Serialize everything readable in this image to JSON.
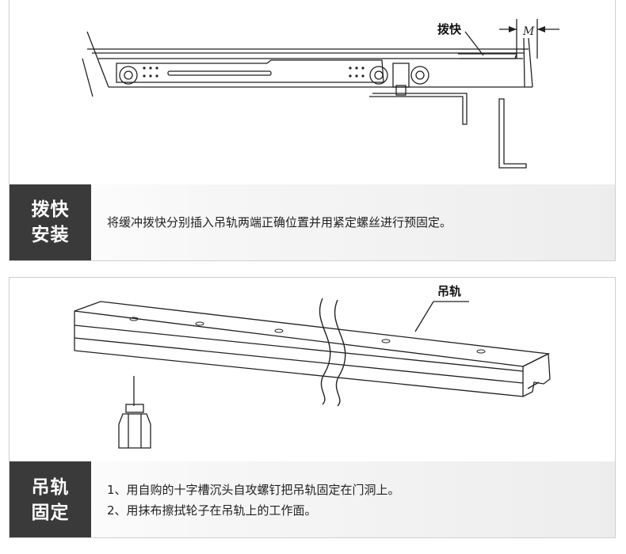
{
  "section1": {
    "badge_line1": "拨快",
    "badge_line2": "安装",
    "description": "将缓冲拨快分别插入吊轨两端正确位置并用紧定螺丝进行预固定。",
    "callout_label": "拨快",
    "dimension_label": "M"
  },
  "section2": {
    "badge_line1": "吊轨",
    "badge_line2": "固定",
    "step1": "1、用自购的十字槽沉头自攻螺钉把吊轨固定在门洞上。",
    "step2": "2、用抹布擦拭轮子在吊轨上的工作面。",
    "callout_label": "吊轨"
  }
}
